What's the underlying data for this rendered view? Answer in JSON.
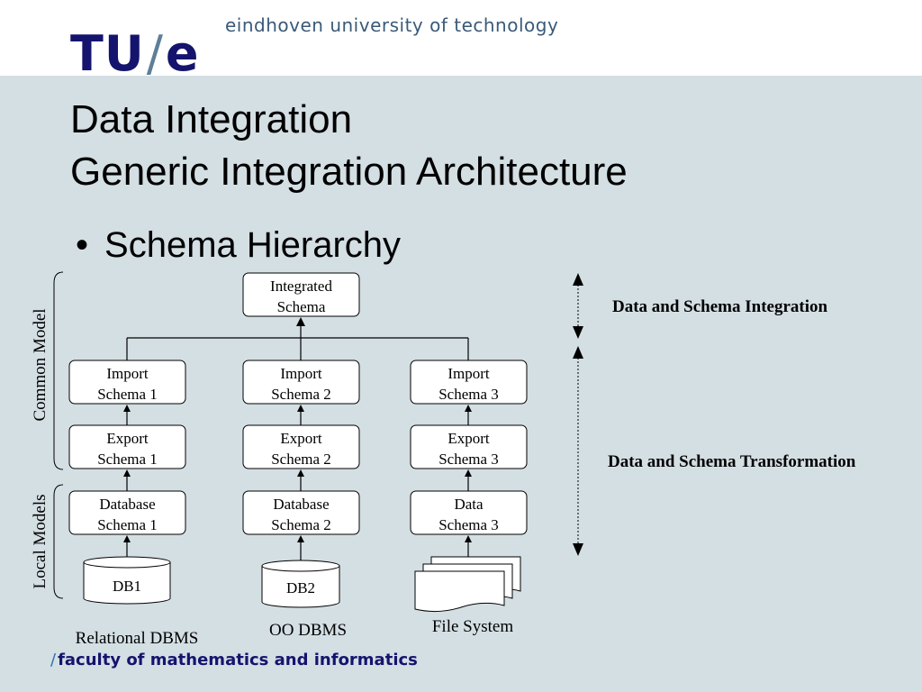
{
  "header": {
    "logo_tu": "TU",
    "logo_slash": "/",
    "logo_e": "e",
    "university": "eindhoven university of technology"
  },
  "title": {
    "line1": "Data Integration",
    "line2": "Generic Integration Architecture"
  },
  "bullet": {
    "marker": "•",
    "text": "Schema Hierarchy"
  },
  "diagram": {
    "integrated": [
      "Integrated",
      "Schema"
    ],
    "columns": [
      {
        "import": [
          "Import",
          "Schema 1"
        ],
        "export": [
          "Export",
          "Schema 1"
        ],
        "local": [
          "Database",
          "Schema 1"
        ],
        "source": "DB1",
        "system": "Relational DBMS"
      },
      {
        "import": [
          "Import",
          "Schema 2"
        ],
        "export": [
          "Export",
          "Schema 2"
        ],
        "local": [
          "Database",
          "Schema 2"
        ],
        "source": "DB2",
        "system": "OO DBMS"
      },
      {
        "import": [
          "Import",
          "Schema 3"
        ],
        "export": [
          "Export",
          "Schema 3"
        ],
        "local": [
          "Data",
          "Schema 3"
        ],
        "source": "",
        "system": "File System"
      }
    ],
    "bracket_labels": {
      "common": "Common Model",
      "local": "Local Models"
    },
    "right_labels": {
      "integration": "Data and Schema Integration",
      "transformation": "Data and Schema Transformation"
    }
  },
  "footer": {
    "slash": "/",
    "text": "faculty of mathematics and informatics"
  }
}
